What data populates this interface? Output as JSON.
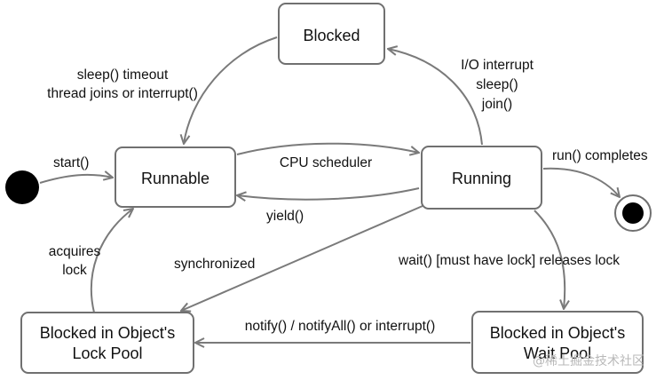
{
  "states": {
    "blocked": "Blocked",
    "runnable": "Runnable",
    "running": "Running",
    "lock_pool": [
      "Blocked in Object's",
      "Lock Pool"
    ],
    "wait_pool": [
      "Blocked in Object's",
      "Wait Pool"
    ]
  },
  "transitions": {
    "start": "start()",
    "blocked_to_runnable": [
      "sleep() timeout",
      "thread joins or interrupt()"
    ],
    "running_to_blocked": [
      "I/O interrupt",
      "sleep()",
      "join()"
    ],
    "cpu_scheduler": "CPU scheduler",
    "yield": "yield()",
    "run_completes": "run() completes",
    "synchronized": "synchronized",
    "acquires_lock": [
      "acquires",
      "lock"
    ],
    "wait": "wait() [must have lock] releases lock",
    "notify": "notify() / notifyAll() or interrupt()"
  },
  "watermark": "@稀土掘金技术社区"
}
